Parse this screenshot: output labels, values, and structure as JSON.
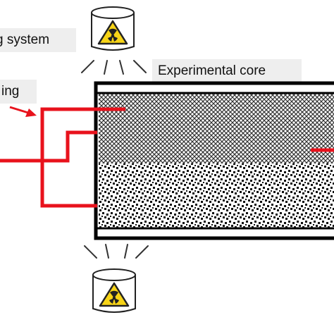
{
  "labels": {
    "system": "g system",
    "core": "Experimental core",
    "injection": "ing"
  },
  "icons": {
    "top_source": "radiation-source-icon",
    "bottom_source": "radiation-source-icon"
  },
  "colors": {
    "pipe": "#e8121c",
    "hazard_yellow": "#f7d417",
    "core_frame": "#000000"
  }
}
